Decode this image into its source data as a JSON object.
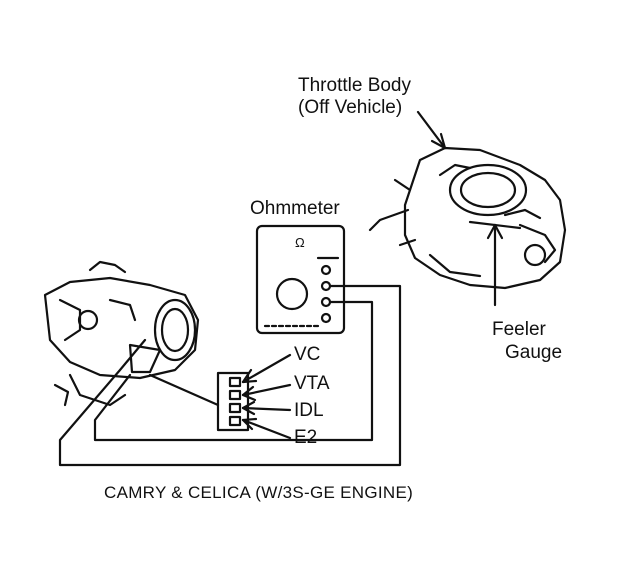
{
  "labels": {
    "throttle_body_line1": "Throttle Body",
    "throttle_body_line2": "(Off Vehicle)",
    "ohmmeter": "Ohmmeter",
    "ohmmeter_symbol": "Ω",
    "feeler_line1": "Feeler",
    "feeler_line2": "Gauge",
    "vc": "VC",
    "vta": "VTA",
    "idl": "IDL",
    "e2": "E2",
    "caption": "CAMRY & CELICA (W/3S-GE ENGINE)"
  },
  "colors": {
    "ink": "#111111",
    "background": "#ffffff"
  }
}
